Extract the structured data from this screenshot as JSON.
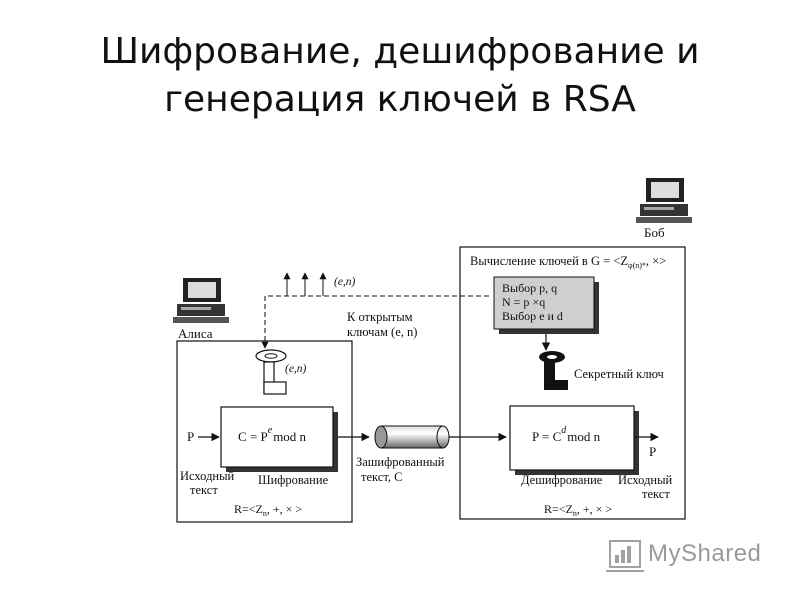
{
  "title": {
    "line1": "Шифрование, дешифрование и",
    "line2": "генерация ключей в RSA"
  },
  "labels": {
    "bob": "Боб",
    "alice": "Алиса",
    "keygen_title": "Вычисление ключей в G = <Z",
    "keygen_sub": "φ(n)*",
    "keygen_tail": ", ×>",
    "select_pq": "Выбор p, q",
    "n_eq": "N = p ×q",
    "select_ed": "Выбор e и d",
    "secret_key": "Секретный ключ",
    "public_en": "(e,n)",
    "to_public_1": "К открытым",
    "to_public_2": "ключам (e, n)",
    "key_en": "(e,n)",
    "p_in": "P",
    "enc_formula": "C = P",
    "enc_exp": "e",
    "enc_mod": "mod n",
    "dec_formula": "P = C",
    "dec_exp": "d",
    "dec_mod": "mod n",
    "p_out": "P",
    "plain_in_1": "Исходный",
    "plain_in_2": "текст",
    "encryption": "Шифрование",
    "cipher_1": "Зашифрованный",
    "cipher_2": "текст, C",
    "decryption": "Дешифрование",
    "plain_out_1": "Исходный",
    "plain_out_2": "текст",
    "ring_left": "R=<Z",
    "ring_left_sub": "n",
    "ring_left_tail": ", +, × >",
    "ring_right": "R=<Z",
    "ring_right_sub": "n",
    "ring_right_tail": ", +, × >"
  },
  "watermark": "MyShared",
  "icons": [
    "computer-icon-alice",
    "computer-icon-bob",
    "key-icon-public",
    "key-icon-secret",
    "logo-icon"
  ]
}
